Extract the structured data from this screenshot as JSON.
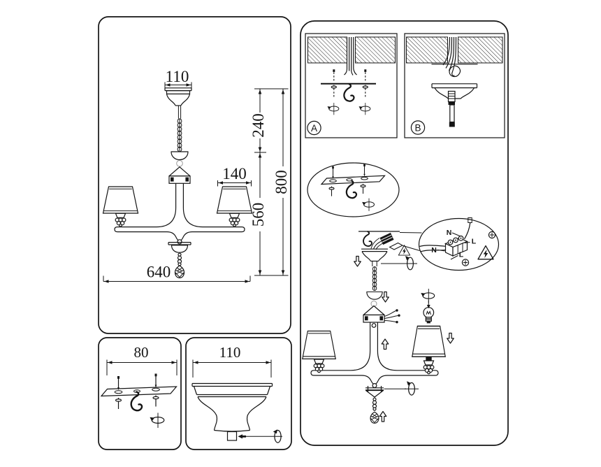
{
  "main_view": {
    "canopy_width": "110",
    "chain_drop": "240",
    "total_height": "800",
    "shade_width": "140",
    "fixture_height": "560",
    "fixture_width": "640"
  },
  "bracket_view": {
    "width": "80"
  },
  "canopy_view": {
    "width": "110"
  },
  "steps": {
    "a": "A",
    "b": "B"
  },
  "wiring": {
    "neutral_top": "N",
    "live_right": "L",
    "neutral_left": "N",
    "live_bottom": "L"
  }
}
